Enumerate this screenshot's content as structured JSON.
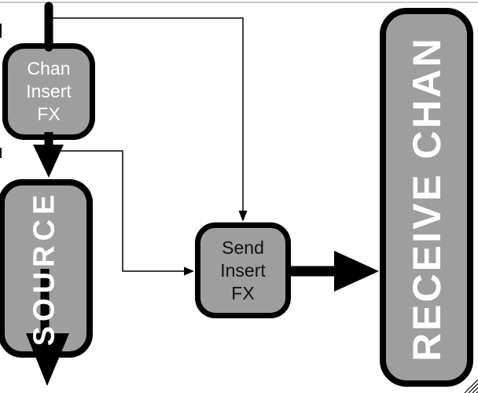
{
  "diagram": {
    "type": "signal-flow-diagram",
    "nodes": {
      "chan_insert_fx": {
        "label": "Chan\nInsert\nFX",
        "shape": "rounded-box",
        "text_orientation": "horizontal"
      },
      "source": {
        "label": "SOURCE",
        "shape": "rounded-box",
        "text_orientation": "vertical-bottom-to-top"
      },
      "send_insert_fx": {
        "label": "Send\nInsert\nFX",
        "shape": "rounded-box",
        "text_orientation": "horizontal"
      },
      "receive_chan": {
        "label": "RECEIVE CHAN",
        "shape": "rounded-box",
        "text_orientation": "vertical-bottom-to-top"
      }
    },
    "edges": [
      {
        "from": "input-top-edge",
        "to": "chan_insert_fx",
        "style": "thick-line"
      },
      {
        "from": "chan_insert_fx",
        "to": "source",
        "style": "thick-arrow"
      },
      {
        "from": "source",
        "to": "output-bottom",
        "style": "thick-arrow"
      },
      {
        "from": "input-top-edge",
        "to": "send_insert_fx",
        "style": "thin-arrow"
      },
      {
        "from": "chan_insert_fx-out",
        "to": "send_insert_fx",
        "style": "thin-arrow"
      },
      {
        "from": "send_insert_fx",
        "to": "receive_chan",
        "style": "thick-arrow"
      }
    ],
    "colors": {
      "background": "#ffffff",
      "node_fill": "#9e9e9e",
      "node_border": "#000000",
      "connector": "#000000",
      "frame_line": "#c8c8c8",
      "label_light": "#ffffff",
      "label_dark": "#111111"
    }
  }
}
